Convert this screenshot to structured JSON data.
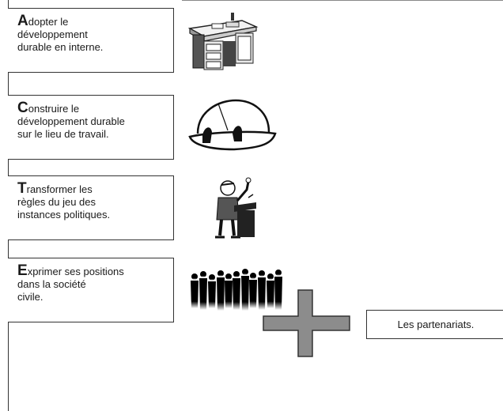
{
  "pillars": [
    {
      "initial": "A",
      "text": "dopter le\ndéveloppement\ndurable en interne."
    },
    {
      "initial": "C",
      "text": "onstruire le\ndéveloppement durable\nsur le lieu de travail."
    },
    {
      "initial": "T",
      "text": "ransformer les\nrègles du jeu des\ninstances politiques."
    },
    {
      "initial": "E",
      "text": "xprimer ses positions\ndans la société\ncivile."
    }
  ],
  "partnerships": {
    "label": "Les partenariats."
  },
  "illustrations": [
    "desk-icon",
    "hard-hat-icon",
    "speaker-at-podium-icon",
    "crowd-silhouette-icon",
    "plus-icon"
  ],
  "colors": {
    "plus_fill": "#8c8c8c",
    "border": "#333333"
  }
}
